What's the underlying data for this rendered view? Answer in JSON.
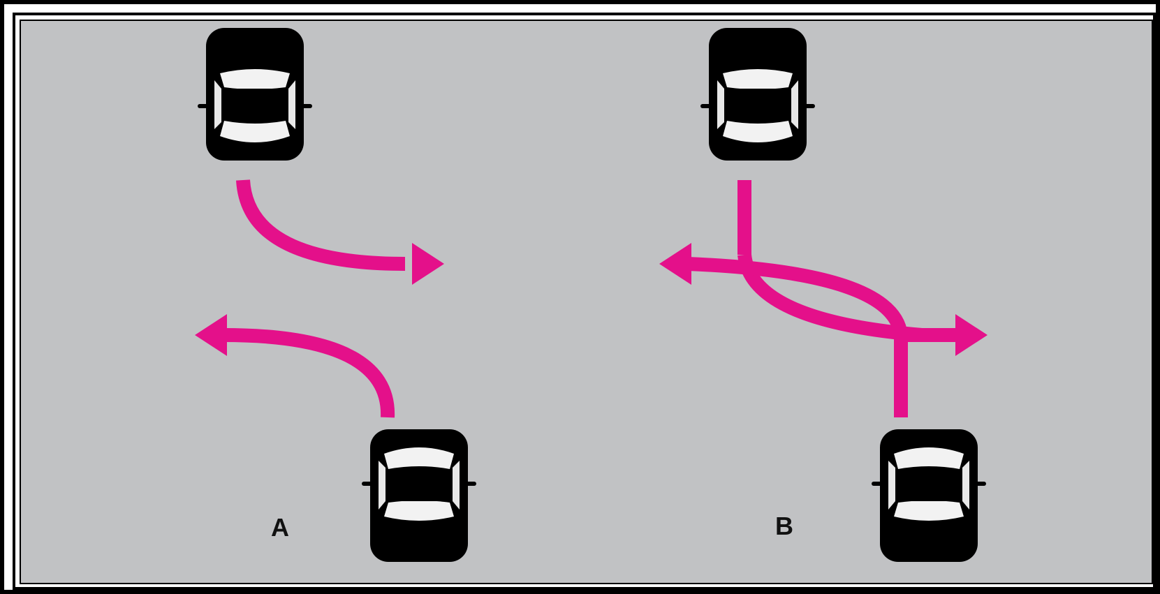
{
  "scenarios": [
    {
      "label": "A",
      "oncoming_vehicle": {
        "color": "#2e7ac2",
        "direction": "down"
      },
      "own_vehicle": {
        "color": "#e0282e",
        "direction": "up"
      },
      "path_color": "#e4108a"
    },
    {
      "label": "B",
      "oncoming_vehicle": {
        "color": "#2e7ac2",
        "direction": "down"
      },
      "own_vehicle": {
        "color": "#e0282e",
        "direction": "up"
      },
      "path_color": "#e4108a"
    }
  ],
  "colors": {
    "road": "#c1c2c4",
    "frame": "#000000"
  }
}
